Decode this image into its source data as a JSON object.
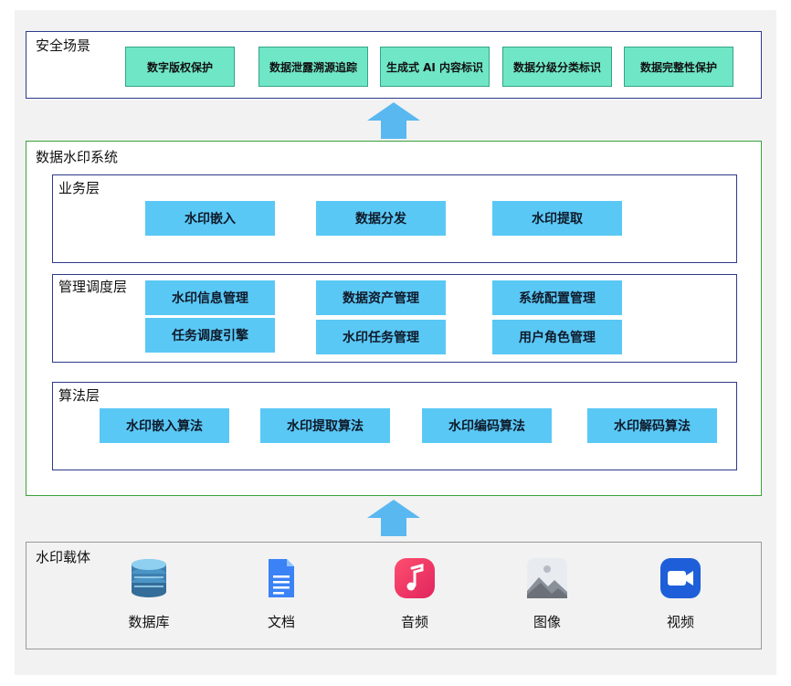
{
  "security": {
    "title": "安全场景",
    "items": [
      "数字版权保护",
      "数据泄露溯源追踪",
      "生成式 AI 内容标识",
      "数据分级分类标识",
      "数据完整性保护"
    ]
  },
  "system": {
    "title": "数据水印系统",
    "business": {
      "title": "业务层",
      "items": [
        "水印嵌入",
        "数据分发",
        "水印提取"
      ]
    },
    "management": {
      "title": "管理调度层",
      "items": [
        "水印信息管理",
        "数据资产管理",
        "系统配置管理",
        "任务调度引擎",
        "水印任务管理",
        "用户角色管理"
      ]
    },
    "algorithm": {
      "title": "算法层",
      "items": [
        "水印嵌入算法",
        "水印提取算法",
        "水印编码算法",
        "水印解码算法"
      ]
    }
  },
  "carriers": {
    "title": "水印载体",
    "items": [
      {
        "label": "数据库",
        "icon": "database-icon"
      },
      {
        "label": "文档",
        "icon": "document-icon"
      },
      {
        "label": "音频",
        "icon": "music-icon"
      },
      {
        "label": "图像",
        "icon": "image-icon"
      },
      {
        "label": "视频",
        "icon": "video-icon"
      }
    ]
  },
  "colors": {
    "security_block": "#6fe7c7",
    "system_block": "#5ac8f5",
    "arrow": "#5ab8f0",
    "system_border": "#3aa33a",
    "layer_border": "#2e3a8c"
  }
}
